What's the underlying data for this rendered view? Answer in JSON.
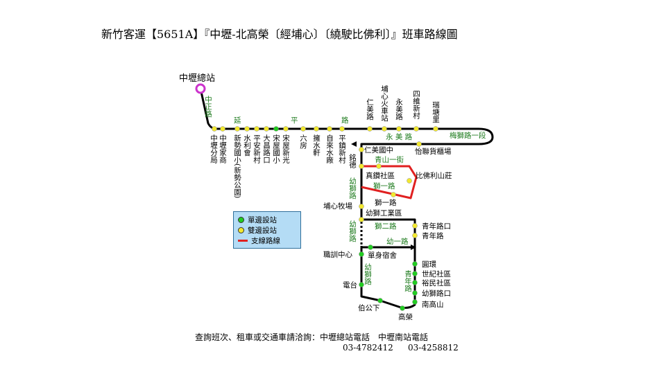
{
  "title": "新竹客運【5651A】『中壢-北高榮〔經埔心〕〔繞駛比佛利〕』班車路線圖",
  "terminal": "中壢總站",
  "road_labels": {
    "zhongzheng": "中正路",
    "yan": "延",
    "ping": "平",
    "lu": "路",
    "yongmei": "永 美 路",
    "meishi": "梅獅路一段",
    "qingshan": "青山一街",
    "shi1a": "獅一路",
    "youshi_a": "幼獅路",
    "shi2": "獅二路",
    "youshi_b": "幼獅路",
    "you1": "幼一路",
    "youshi_c": "幼獅路",
    "qingnian": "青年路"
  },
  "top_stops": {
    "s1": "仁美路",
    "s2": "埔心火車站",
    "s3": "永美路",
    "s4": "四維新村",
    "s5": "瑞塘里"
  },
  "bottom_stops": {
    "s1": "中壢分局",
    "s2": "中壢家商",
    "s3": "新勢國小(新勢公園)",
    "s4": "水利會",
    "s5": "平安新村",
    "s6": "大昌路口",
    "s7": "宋屋國小",
    "s8": "宋屋新光",
    "s9": "六房",
    "s10": "擁水軒",
    "s11": "自來水廠",
    "s12": "平鎮新村"
  },
  "branch_stops": {
    "renmei_mid": "仁美國中",
    "yilian": "怡聯貨櫃場",
    "mingde": "銘德",
    "zhenzuan": "真鑽社區",
    "bifuli": "比佛利山莊",
    "shi1": "獅一路",
    "puxin_ranch": "埔心牧場",
    "youshi_ind": "幼獅工業區",
    "qingnian_kou": "青年路口",
    "qingnian": "青年路",
    "zhixun": "職訓中心",
    "danshen": "單身宿舍",
    "yuanhuan": "圓環",
    "shiji": "世紀社區",
    "yumin": "裕民社區",
    "youshi_kou": "幼獅路口",
    "dian_tai": "電台",
    "nangaoshan": "南高山",
    "bogong_xia": "伯公下",
    "gaorong": "高榮"
  },
  "legend": {
    "single": "單邊設站",
    "double": "雙邊設站",
    "branch": "支線路線"
  },
  "footer": {
    "line1": "查詢班次、租車或交通車請洽詢：中壢總站電話　中壢南站電話",
    "phone1": "03-4782412",
    "phone2": "03-4258812"
  },
  "colors": {
    "route": "#000000",
    "branch": "#e02020",
    "single_stop": "#22cc22",
    "double_stop": "#f2e830",
    "terminal": "#cc33cc",
    "road_label": "#1c7a1c",
    "legend_bg": "#b4dcf5"
  }
}
